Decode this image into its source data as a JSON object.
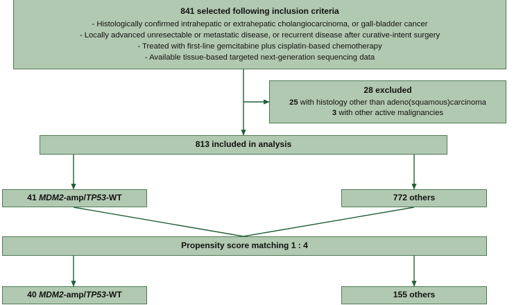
{
  "diagram": {
    "type": "study-flow-diagram",
    "colors": {
      "node_fill": "#b2c9b1",
      "node_border": "#4d7a52",
      "connector": "#1f5e37",
      "text": "#111111",
      "background": "#ffffff"
    },
    "nodes": {
      "inclusion": {
        "title": "841 selected following inclusion criteria",
        "bullets": [
          "-    Histologically confirmed intrahepatic or extrahepatic cholangiocarcinoma, or gall-bladder cancer",
          "-    Locally advanced unresectable or metastatic disease, or recurrent disease after curative-intent surgery",
          "-    Treated with first-line gemcitabine plus cisplatin-based chemotherapy",
          "-    Available tissue-based targeted next-generation sequencing data"
        ]
      },
      "excluded": {
        "title": "28 excluded",
        "reason_1_count": "25",
        "reason_1_text": " with histology other than adeno(squamous)carcinoma",
        "reason_2_count": "3",
        "reason_2_text": " with other active malignancies"
      },
      "included": {
        "label": "813 included in analysis"
      },
      "mdm2_pre": {
        "count": "41 ",
        "gene_1": "MDM2",
        "mid": "-amp/",
        "gene_2": "TP53",
        "suffix": "-WT"
      },
      "others_pre": {
        "label": "772  others"
      },
      "psm": {
        "label": "Propensity score matching 1 : 4"
      },
      "mdm2_post": {
        "count": "40 ",
        "gene_1": "MDM2",
        "mid": "-amp/",
        "gene_2": "TP53",
        "suffix": "-WT"
      },
      "others_post": {
        "label": "155 others"
      }
    },
    "connectors": [
      {
        "name": "inclusion-to-included",
        "from": "inclusion",
        "to": "included"
      },
      {
        "name": "inclusion-to-excluded",
        "from": "inclusion",
        "to": "excluded"
      },
      {
        "name": "included-to-mdm2-pre",
        "from": "included",
        "to": "mdm2_pre"
      },
      {
        "name": "included-to-others-pre",
        "from": "included",
        "to": "others_pre"
      },
      {
        "name": "mdm2-pre-to-psm",
        "from": "mdm2_pre",
        "to": "psm"
      },
      {
        "name": "others-pre-to-psm",
        "from": "others_pre",
        "to": "psm"
      },
      {
        "name": "psm-to-mdm2-post",
        "from": "psm",
        "to": "mdm2_post"
      },
      {
        "name": "psm-to-others-post",
        "from": "psm",
        "to": "others_post"
      }
    ]
  }
}
